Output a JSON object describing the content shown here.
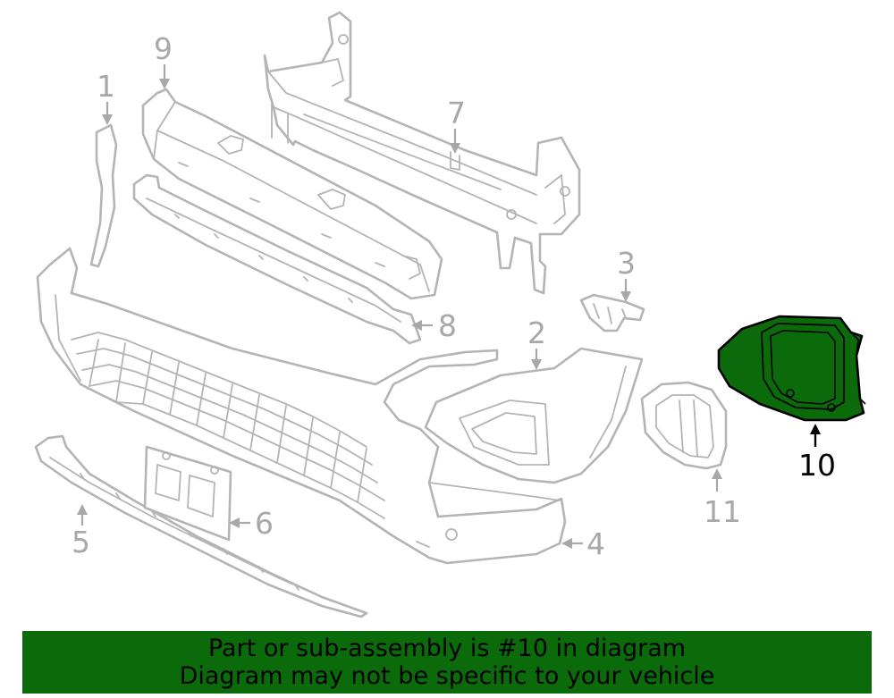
{
  "callouts": {
    "c1": "1",
    "c2": "2",
    "c3": "3",
    "c4": "4",
    "c5": "5",
    "c6": "6",
    "c7": "7",
    "c8": "8",
    "c9": "9",
    "c10": "10",
    "c11": "11"
  },
  "highlighted_part": "10",
  "colors": {
    "highlight_fill": "#0b6b0b",
    "part_outline": "#b4b4b4",
    "banner_bg": "#0b6b0b",
    "banner_text": "#000000"
  },
  "banner": {
    "line1": "Part or sub-assembly is #10 in diagram",
    "line2": "Diagram may not be specific to your vehicle"
  }
}
